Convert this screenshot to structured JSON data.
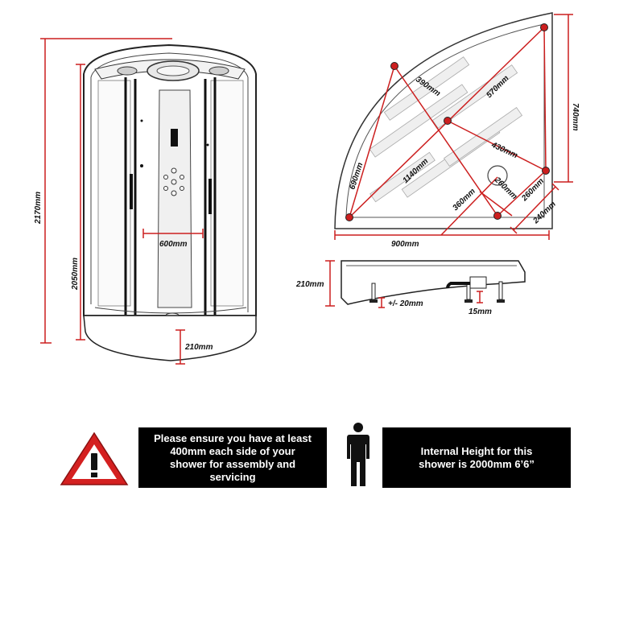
{
  "front_view": {
    "total_height": "2170mm",
    "cabin_height": "2050mm",
    "inner_width": "600mm",
    "tray_height": "210mm"
  },
  "plan_view": {
    "d_390": "390mm",
    "d_570": "570mm",
    "d_740": "740mm",
    "d_430": "430mm",
    "d_690": "690mm",
    "d_1140": "1140mm",
    "d_360": "360mm",
    "d_260a": "260mm",
    "d_260b": "260mm",
    "d_240": "240mm",
    "d_900": "900mm"
  },
  "tray_view": {
    "height": "210mm",
    "leg_adjust": "+/- 20mm",
    "waste_offset": "15mm"
  },
  "notices": {
    "assembly_lines": [
      "Please ensure you have at least",
      "400mm each side of your",
      "shower for assembly and",
      "servicing"
    ],
    "height_lines": [
      "Internal Height for this",
      "shower is 2000mm 6’6”"
    ]
  },
  "icons": {
    "warning": "warning-triangle-icon",
    "person": "person-silhouette-icon"
  },
  "colors": {
    "dimension_red": "#cc1f1f",
    "warning_red": "#d42020",
    "notice_bg": "#000000",
    "notice_text": "#ffffff"
  }
}
